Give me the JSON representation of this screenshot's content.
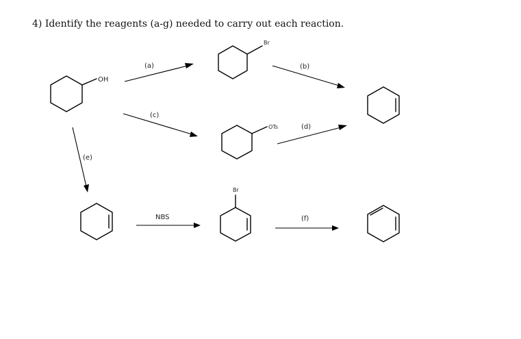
{
  "question": {
    "text": "4) Identify the reagents (a-g) needed to carry out each reaction."
  },
  "substituents": {
    "oh": "OH",
    "br_top": "Br",
    "ots": "OTs",
    "br_allylic": "Br"
  },
  "reagents": {
    "a": "(a)",
    "b": "(b)",
    "c": "(c)",
    "d": "(d)",
    "e": "(e)",
    "nbs": "NBS",
    "f": "(f)"
  }
}
